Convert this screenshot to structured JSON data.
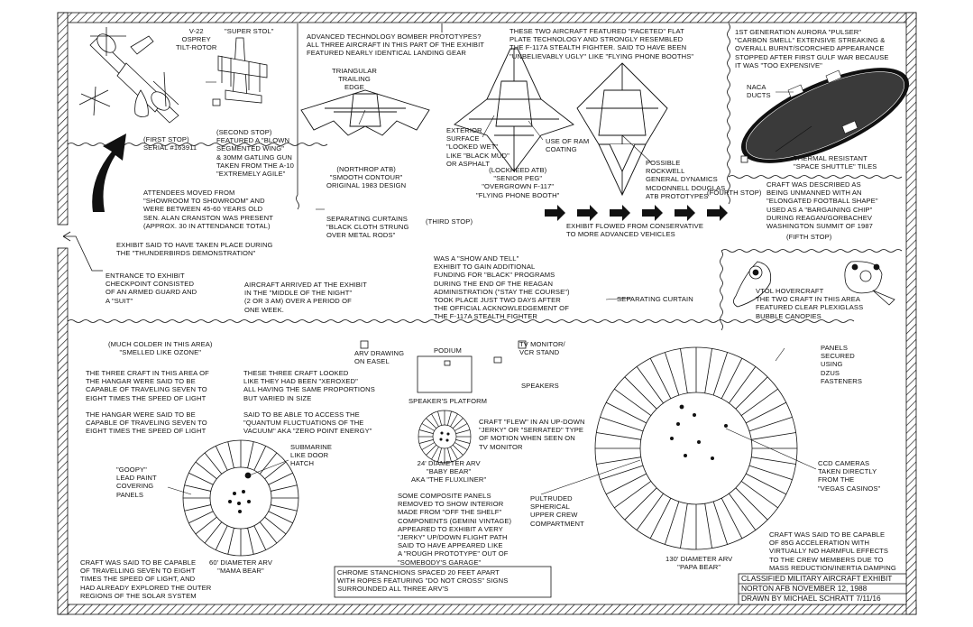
{
  "labels": {
    "v22": "V-22\nOSPREY\nTILT-ROTOR",
    "super_stol": "\"SUPER STOL\"",
    "first_stop": "(FIRST STOP)\nSERIAL #163911",
    "second_stop": "(SECOND STOP)\nFEATURED A \"BLOWN\nSEGMENTED WING\"\n& 30mm GATLING GUN\nTAKEN FROM THE A-10\n\"EXTREMELY AGILE\"",
    "bomber_intro": "ADVANCED TECHNOLOGY BOMBER PROTOTYPES?\nALL THREE AIRCRAFT IN THIS PART OF THE EXHIBIT\nFEATURED NEARLY IDENTICAL LANDING GEAR",
    "triangular_edge": "TRIANGULAR\nTRAILING\nEDGE",
    "northrop_atb": "(NORTHROP ATB)\n\"SMOOTH CONTOUR\"\nORIGINAL 1983 DESIGN",
    "faceted_note": "THESE TWO AIRCRAFT FEATURED \"FACETED\" FLAT\nPLATE TECHNOLOGY AND STRONGLY RESEMBLED\nTHE F-117A STEALTH FIGHTER. SAID TO HAVE BEEN\n\"UNBELIEVABLY UGLY\" LIKE \"FLYING PHONE BOOTHS\"",
    "exterior_surface": "EXTERIOR\nSURFACE\n\"LOOKED WET\"\nLIKE \"BLACK MUD\"\nOR ASPHALT",
    "use_of_ram": "USE OF RAM\nCOATING",
    "lockheed_atb": "(LOCKHEED ATB)\n\"SENIOR PEG\"\n\"OVERGROWN F-117\"\n\"FLYING PHONE BOOTH\"",
    "rockwell": "POSSIBLE\nROCKWELL\nGENERAL DYNAMICS\nMcDONNELL DOUGLAS\nATB PROTOTYPES",
    "aurora": "1ST GENERATION AURORA \"PULSER\"\n\"CARBON SMELL\" EXTENSIVE STREAKING &\nOVERALL BURNT/SCORCHED APPEARANCE\nSTOPPED AFTER FIRST GULF WAR BECAUSE\nIT WAS \"TOO EXPENSIVE\"",
    "naca_ducts": "NACA\nDUCTS",
    "thermal_tiles": "THERMAL RESISTANT\n\"SPACE SHUTTLE\" TILES",
    "fourth_stop": "(FOURTH STOP)",
    "unmanned": "CRAFT WAS DESCRIBED AS\nBEING UNMANNED WITH AN\n\"ELONGATED FOOTBALL SHAPE\"\nUSED AS A \"BARGAINING CHIP\"\nDURING REAGAN/GORBACHEV\nWASHINGTON SUMMIT OF 1987",
    "attendees": "ATTENDEES MOVED FROM\n\"SHOWROOM TO SHOWROOM\" AND\nWERE BETWEEN 45-60 YEARS OLD\nSEN. ALAN CRANSTON WAS PRESENT\n(APPROX. 30 IN ATTENDANCE TOTAL)",
    "separating_curtains": "SEPARATING CURTAINS\n\"BLACK CLOTH STRUNG\nOVER METAL RODS\"",
    "third_stop": "(THIRD STOP)",
    "exhibit_flowed": "EXHIBIT FLOWED FROM CONSERVATIVE\nTO MORE ADVANCED VEHICLES",
    "fifth_stop": "(FIFTH STOP)",
    "thunderbirds": "EXHIBIT SAID TO HAVE TAKEN PLACE DURING\nTHE \"THUNDERBIRDS DEMONSTRATION\"",
    "entrance": "ENTRANCE TO EXHIBIT\nCHECKPOINT CONSISTED\nOF AN ARMED GUARD AND\nA \"SUIT\"",
    "arrived": "AIRCRAFT ARRIVED AT THE EXHIBIT\nIN THE \"MIDDLE OF THE NIGHT\"\n(2 OR 3 AM) OVER A PERIOD OF\nONE WEEK.",
    "show_and_tell": "WAS A \"SHOW AND TELL\"\nEXHIBIT TO GAIN ADDITIONAL\nFUNDING FOR \"BLACK\" PROGRAMS\nDURING THE END OF THE REAGAN\nADMINISTRATION (\"STAY THE COURSE\")\nTOOK PLACE JUST TWO DAYS AFTER\nTHE OFFICIAL ACKNOWLEDGEMENT OF\nTHE F-117A STEALTH FIGHTER",
    "separating_curtain": "SEPARATING CURTAIN",
    "vtol": "VTOL HOVERCRAFT\nTHE TWO CRAFT IN THIS AREA\nFEATURED CLEAR PLEXIGLASS\nBUBBLE CANOPIES",
    "colder": "(MUCH COLDER IN THIS AREA)\n\"SMELLED LIKE OZONE\"",
    "three_craft_1": "THE THREE CRAFT IN THIS AREA OF\nTHE HANGAR WERE SAID TO BE\nCAPABLE OF TRAVELING SEVEN TO\nEIGHT TIMES THE SPEED OF LIGHT",
    "three_craft_2": "THE HANGAR WERE SAID TO BE\nCAPABLE OF TRAVELING SEVEN TO\nEIGHT TIMES THE SPEED OF LIGHT",
    "xeroxed": "THESE THREE CRAFT LOOKED\nLIKE THEY HAD BEEN \"XEROXED\"\nALL HAVING THE SAME PROPORTIONS\nBUT VARIED IN SIZE",
    "quantum": "SAID TO BE ABLE TO ACCESS THE\n\"QUANTUM FLUCTUATIONS OF THE\nVACUUM\" AKA \"ZERO POINT ENERGY\"",
    "submarine": "SUBMARINE\nLIKE DOOR\nHATCH",
    "goopy": "\"GOOPY\"\nLEAD PAINT\nCOVERING\nPANELS",
    "mama": "60' DIAMETER ARV\n\"MAMA BEAR\"",
    "mama_craft": "CRAFT WAS SAID TO BE CAPABLE\nOF TRAVELLING SEVEN TO EIGHT\nTIMES THE SPEED OF LIGHT, AND\nHAD ALREADY EXPLORED THE OUTER\nREGIONS OF THE SOLAR SYSTEM",
    "arv_drawing": "ARV DRAWING\nON EASEL",
    "podium": "PODIUM",
    "tv_monitor": "TV MONITOR/\nVCR STAND",
    "speakers": "SPEAKERS",
    "platform": "SPEAKER'S PLATFORM",
    "flew": "CRAFT \"FLEW\" IN AN UP-DOWN\n\"JERKY\" OR \"SERRATED\" TYPE\nOF MOTION WHEN SEEN ON\nTV MONITOR",
    "baby": "24' DIAMETER ARV\n\"BABY BEAR\"\nAKA \"THE FLUXLINER\"",
    "composite": "SOME COMPOSITE PANELS\nREMOVED TO SHOW INTERIOR\nMADE FROM \"OFF THE SHELF\"\nCOMPONENTS (GEMINI VINTAGE)\nAPPEARED TO EXHIBIT A VERY\n\"JERKY\" UP/DOWN FLIGHT PATH\nSAID TO HAVE APPEARED LIKE\nA \"ROUGH PROTOTYPE\" OUT OF\n\"SOMEBODY'S GARAGE\"",
    "stanchions": "CHROME STANCHIONS SPACED 20 FEET APART\nWITH ROPES FEATURING \"DO NOT CROSS\" SIGNS\nSURROUNDED ALL THREE ARV's",
    "pultruded": "PULTRUDED\nSPHERICAL\nUPPER CREW\nCOMPARTMENT",
    "panels_secured": "PANELS\nSECURED\nUSING\nDZUS\nFASTENERS",
    "ccd": "CCD CAMERAS\nTAKEN DIRECTLY\nFROM THE\n\"VEGAS CASINOS\"",
    "papa": "130' DIAMETER ARV\n\"PAPA BEAR\"",
    "papa_craft": "CRAFT WAS SAID TO BE CAPABLE\nOF 85G ACCELERATION WITH\nVIRTUALLY NO HARMFUL EFFECTS\nTO THE CREW MEMBERS DUE TO\nMASS REDUCTION/INERTIA DAMPING"
  },
  "title_block": {
    "line1": "CLASSIFIED MILITARY AIRCRAFT EXHIBIT",
    "line2": "NORTON AFB NOVEMBER 12, 1988",
    "line3": "DRAWN BY MICHAEL SCHRATT 7/11/16"
  },
  "colors": {
    "ink": "#111111",
    "paper": "#ffffff"
  }
}
